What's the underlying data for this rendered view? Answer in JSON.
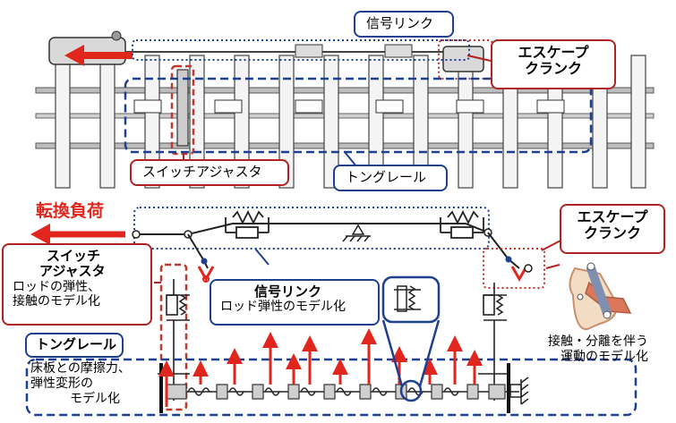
{
  "top": {
    "signal_link": "信号リンク",
    "escape_crank_line1": "エスケープ",
    "escape_crank_line2": "クランク",
    "switch_adjuster": "スイッチアジャスタ",
    "tongue_rail": "トングレール"
  },
  "bottom": {
    "switching_load": "転換負荷",
    "switch_adjuster_title_line1": "スイッチ",
    "switch_adjuster_title_line2": "アジャスタ",
    "switch_adjuster_desc_line1": "ロッドの弾性、",
    "switch_adjuster_desc_line2": "接触のモデル化",
    "signal_link_title": "信号リンク",
    "signal_link_desc": "ロッド弾性のモデル化",
    "escape_crank_line1": "エスケープ",
    "escape_crank_line2": "クランク",
    "escape_crank_desc_line1": "接触・分離を伴う",
    "escape_crank_desc_line2": "運動のモデル化",
    "tongue_rail_title": "トングレール",
    "tongue_rail_desc_line1": "床板との摩擦力、",
    "tongue_rail_desc_line2": "弾性変形の",
    "tongue_rail_desc_line3": "モデル化"
  },
  "colors": {
    "red_accent": "#e0261d",
    "dark_red_border": "#b22222",
    "navy_border": "#1f3f8f",
    "crank_arm": "#7f8fb0",
    "crank_plate": "#e8b090",
    "rail_gray": "#9a9a9a"
  }
}
